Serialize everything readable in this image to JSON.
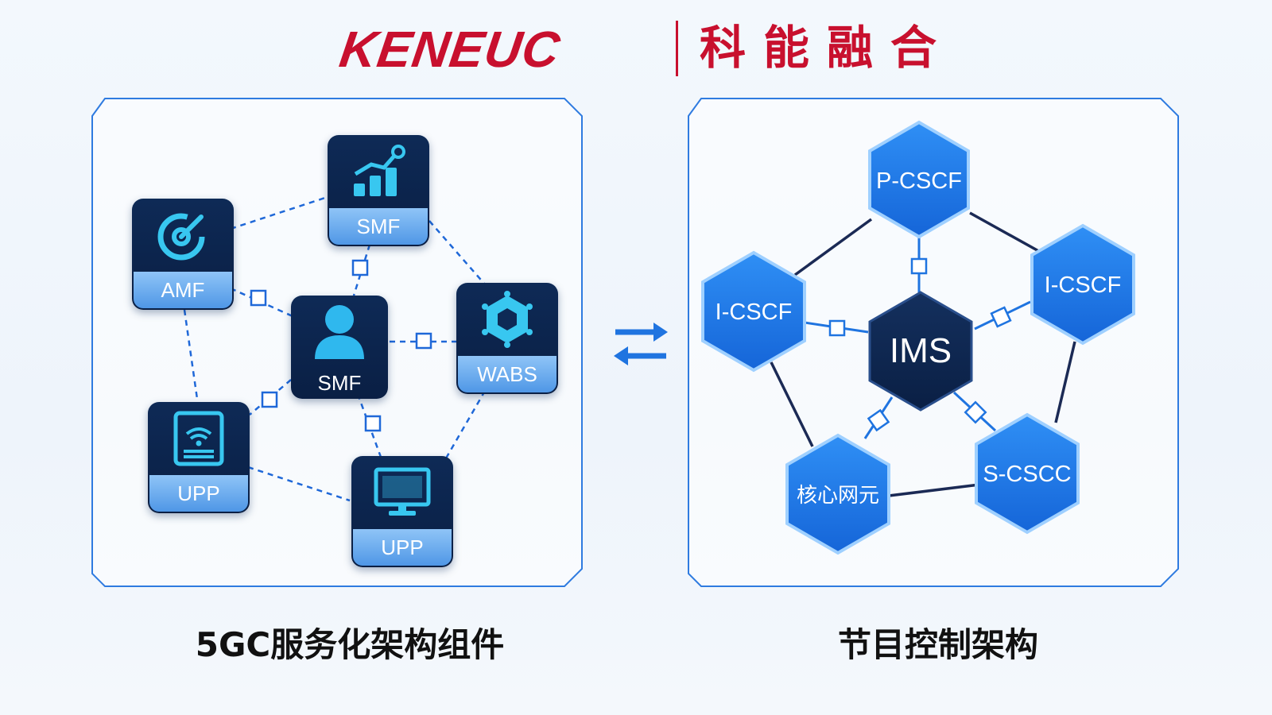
{
  "header": {
    "logo_wordmark": "KENEUC",
    "logo_cn": "科能融合"
  },
  "left": {
    "caption": "5GC服务化架构组件",
    "nodes": {
      "amf": "AMF",
      "smf_top": "SMF",
      "smf_center": "SMF",
      "wabs": "WABS",
      "upp_left": "UPP",
      "upp_bottom": "UPP"
    }
  },
  "right": {
    "caption": "节目控制架构",
    "nodes": {
      "ims": "IMS",
      "pcscf": "P-CSCF",
      "icscf_left": "I-CSCF",
      "icscf_right": "I-CSCF",
      "core": "核心网元",
      "scscc": "S-CSCC"
    }
  },
  "colors": {
    "brand_red": "#c8102e",
    "accent_blue": "#1f74e0",
    "dark_navy": "#0a1f44"
  }
}
